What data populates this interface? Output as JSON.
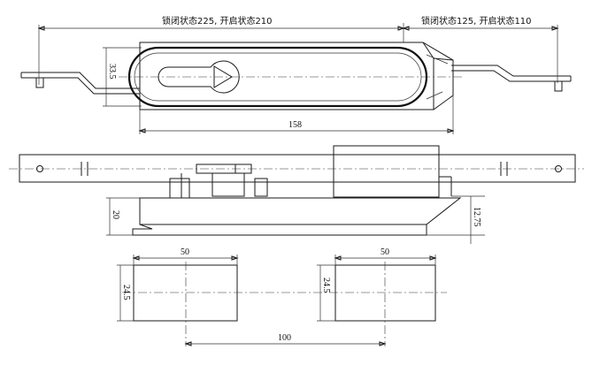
{
  "annotations": {
    "left_top_note": "锁闭状态225, 开启状态210",
    "right_top_note": "锁闭状态125, 开启状态110"
  },
  "dimensions": {
    "handle_height": "33.5",
    "handle_length": "158",
    "body_height": "20",
    "bar_offset": "12.75",
    "slot_width_left": "50",
    "slot_width_right": "50",
    "slot_height_left": "24.5",
    "slot_height_right": "24.5",
    "slot_spacing": "100"
  }
}
